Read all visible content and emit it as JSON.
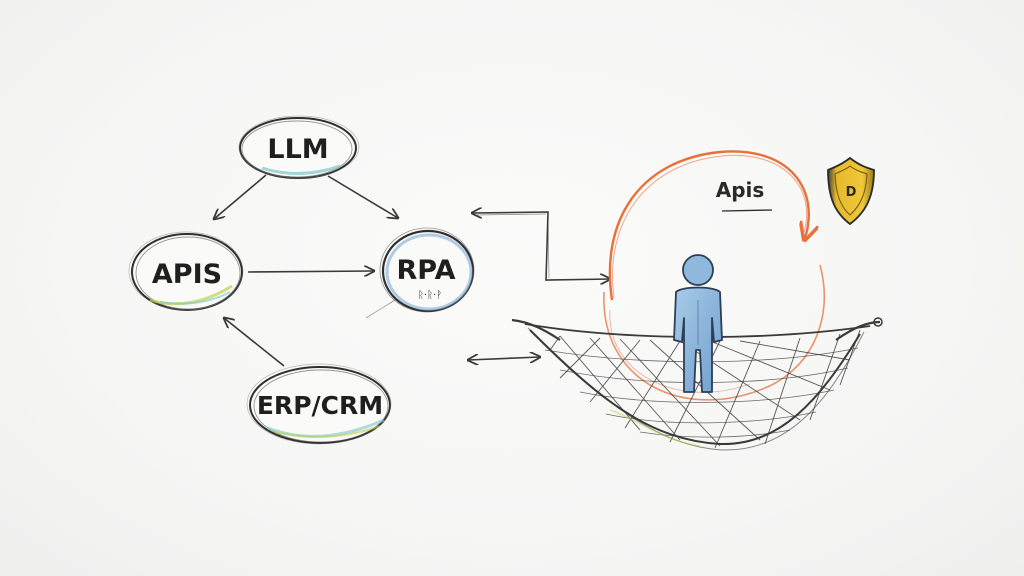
{
  "nodes": {
    "llm": {
      "label": "LLM"
    },
    "apis": {
      "label": "APIS"
    },
    "rpa": {
      "label": "RPA",
      "sub_mark": "ᚱ·ᚱ·ᚹ"
    },
    "erp_crm": {
      "label": "ERP/CRM"
    }
  },
  "loop": {
    "label": "Apis"
  },
  "shield": {
    "label": "D"
  },
  "colors": {
    "ink": "#2b2b2b",
    "loop_orange": "#e8703a",
    "person_blue": "#8fb8dc",
    "shield_gold": "#e0b52a",
    "accent_teal": "#7fc4c8",
    "accent_green": "#b9d24a"
  }
}
